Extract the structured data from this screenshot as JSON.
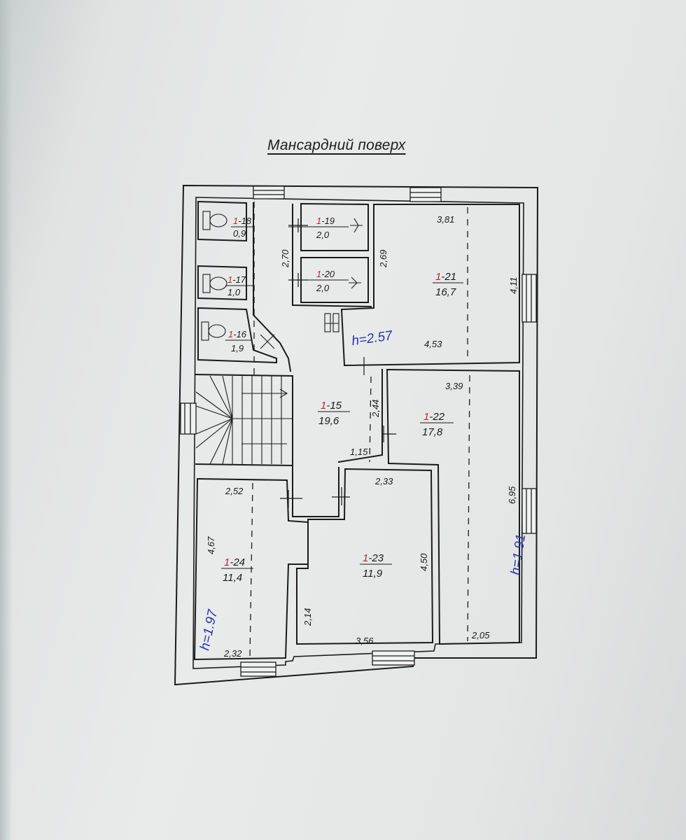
{
  "title": "Мансардний поверх",
  "rooms": [
    {
      "key": "r18",
      "prefix": "1",
      "num": "-18",
      "area": "0,9"
    },
    {
      "key": "r17",
      "prefix": "1",
      "num": "-17",
      "area": "1,0"
    },
    {
      "key": "r16",
      "prefix": "1",
      "num": "-16",
      "area": "1,9"
    },
    {
      "key": "r19",
      "prefix": "1",
      "num": "-19",
      "area": "2,0"
    },
    {
      "key": "r20",
      "prefix": "1",
      "num": "-20",
      "area": "2,0"
    },
    {
      "key": "r21",
      "prefix": "1",
      "num": "-21",
      "area": "16,7"
    },
    {
      "key": "r15",
      "prefix": "1",
      "num": "-15",
      "area": "19,6"
    },
    {
      "key": "r22",
      "prefix": "1",
      "num": "-22",
      "area": "17,8"
    },
    {
      "key": "r23",
      "prefix": "1",
      "num": "-23",
      "area": "11,9"
    },
    {
      "key": "r24",
      "prefix": "1",
      "num": "-24",
      "area": "11,4"
    }
  ],
  "dimensions": {
    "d270": "2,70",
    "d269": "2,69",
    "d381": "3,81",
    "d411": "4,11",
    "d453": "4,53",
    "d244": "2,44",
    "d115": "1,15",
    "d339": "3,39",
    "d695": "6,95",
    "d205": "2,05",
    "d252": "2,52",
    "d233": "2,33",
    "d450": "4,50",
    "d467": "4,67",
    "d214": "2,14",
    "d356": "3,56",
    "d232": "2,32"
  },
  "heights": {
    "h21": "h=2.57",
    "h22": "h=1.91",
    "h24": "h=1.97"
  }
}
